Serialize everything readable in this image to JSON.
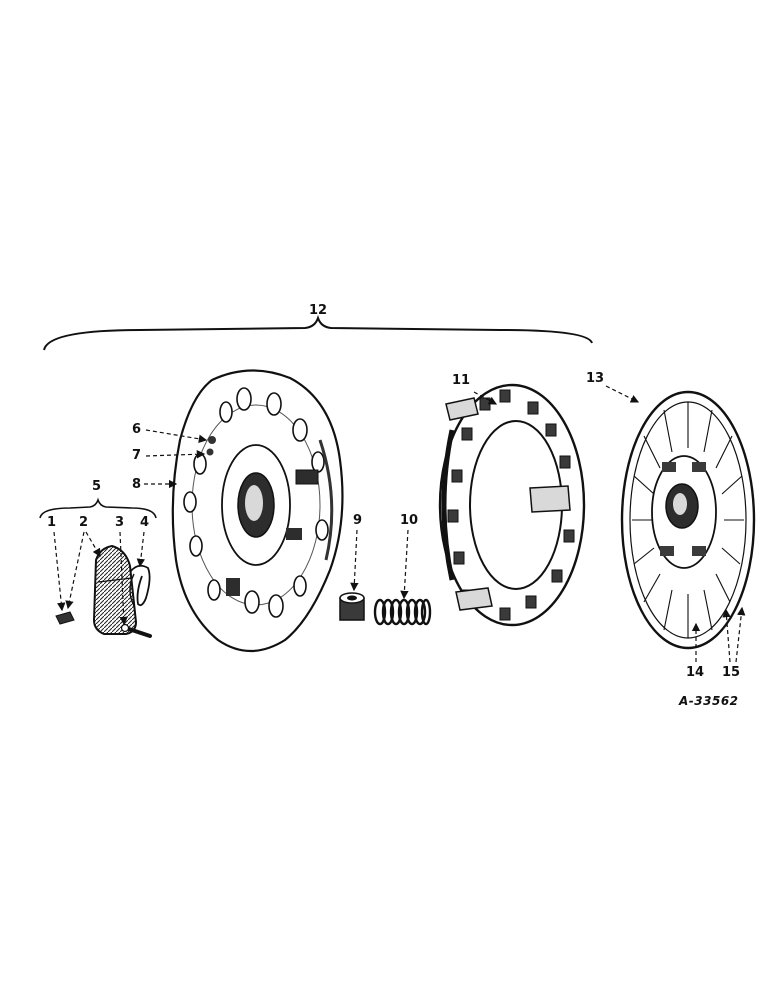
{
  "callouts": {
    "c1": "1",
    "c2": "2",
    "c3": "3",
    "c4": "4",
    "c5": "5",
    "c6": "6",
    "c7": "7",
    "c8": "8",
    "c9": "9",
    "c10": "10",
    "c11": "11",
    "c12": "12",
    "c13": "13",
    "c14": "14",
    "c15": "15"
  },
  "figure_code": "A-33562",
  "colors": {
    "ink": "#111111",
    "shade": "#3a3a3a",
    "light": "#d9d9d9",
    "paper": "#ffffff"
  }
}
